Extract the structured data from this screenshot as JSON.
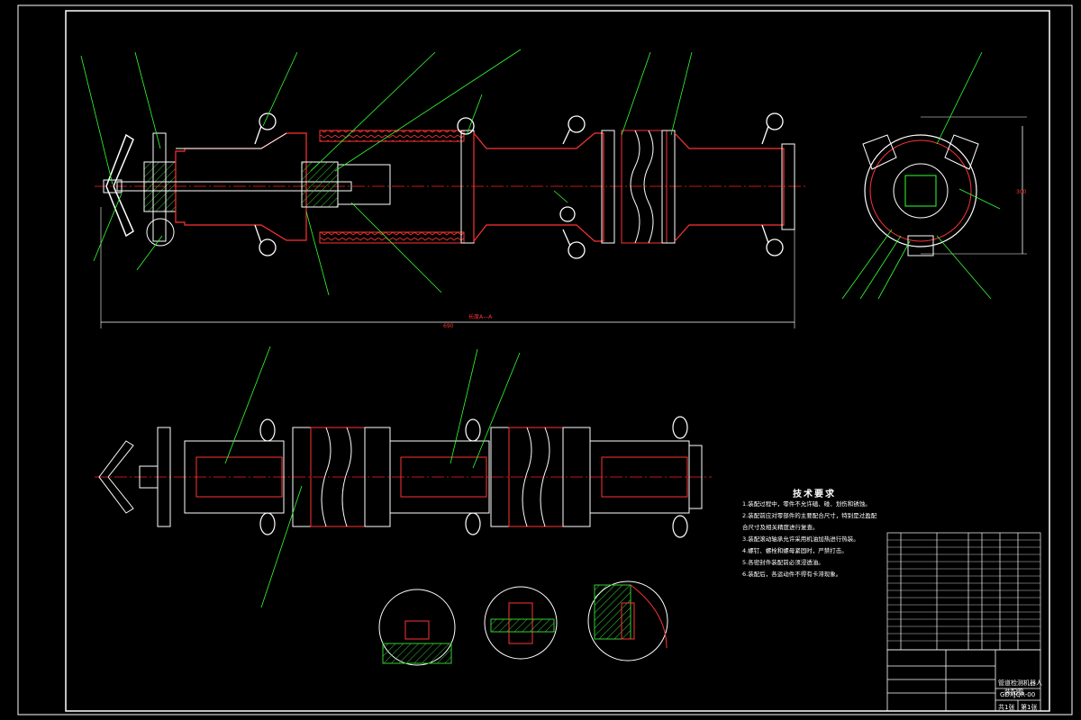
{
  "tech_requirements": {
    "title": "技术要求",
    "items": [
      "1.装配过程中，零件不允许磕、碰、划伤和锈蚀。",
      "2.装配前应对零部件的主要配合尺寸，特别是过盈配合尺寸及相关精度进行复查。",
      "3.装配滚动轴承允许采用机油加热进行热装。",
      "4.螺钉、螺栓和螺母紧固时，严禁打击。",
      "5.各密封件装配前必须浸透油。",
      "6.装配后，各运动件不得有卡滞现象。"
    ]
  },
  "title_block": {
    "name_line1": "管道检测机器人",
    "name_line2": "装配图",
    "drawing_no": "GDXJQR-00",
    "sheets": "共1张",
    "sheet": "第1张"
  },
  "dimensions": {
    "length_label": "长度A—A",
    "length_value": "690",
    "side_height": "300"
  },
  "colors": {
    "frame": "#ffffff",
    "part": "#ff3333",
    "leader": "#33ff33",
    "centerline": "#ff2222",
    "hatch": "#33cc33",
    "yellow": "#ffff33"
  }
}
